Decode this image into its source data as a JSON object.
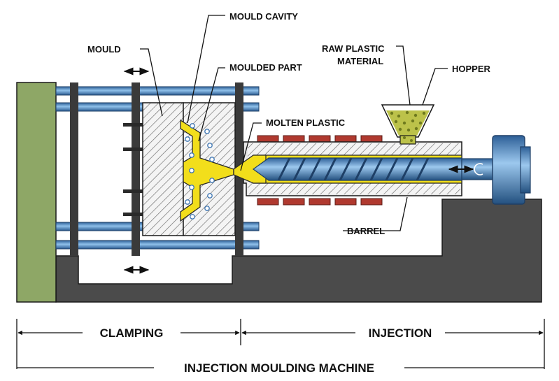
{
  "labels": {
    "mould": "MOULD",
    "mould_cavity": "MOULD CAVITY",
    "moulded_part": "MOULDED PART",
    "raw_plastic_line1": "RAW PLASTIC",
    "raw_plastic_line2": "MATERIAL",
    "hopper": "HOPPER",
    "molten_plastic": "MOLTEN PLASTIC",
    "barrel": "BARREL",
    "clamping": "CLAMPING",
    "injection": "INJECTION",
    "machine": "INJECTION MOULDING MACHINE"
  },
  "colors": {
    "base": "#4b4b4b",
    "end_block": "#8ea766",
    "tie_bar": "#3e76b3",
    "platen": "#3a3a3a",
    "heater": "#b0392f",
    "plastic": "#f2de1b",
    "pellets": "#bcc24a",
    "barrel": "#e6e6e6"
  },
  "icons": [
    "double-arrow-icon",
    "rotation-icon"
  ]
}
